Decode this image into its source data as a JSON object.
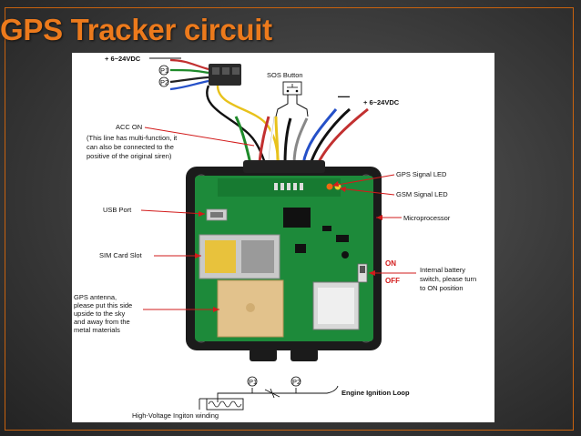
{
  "slide": {
    "title": "GPS Tracker circuit",
    "accent_color": "#ec7a1c"
  },
  "diagram": {
    "top_connector": {
      "power_label": "+ 6~24VDC",
      "p1": "P1",
      "p2": "P2"
    },
    "sos_label": "SOS Button",
    "power_right": {
      "minus": "—",
      "plus_label": "+ 6~24VDC"
    },
    "acc_on": {
      "title": "ACC ON",
      "desc_lines": [
        "(This line has multi-function, it",
        "can also be connected to the",
        "positive of the original siren)"
      ]
    },
    "usb_port": "USB Port",
    "sim_slot": "SIM Card Slot",
    "gps_antenna_lines": [
      "GPS antenna,",
      "please put this side",
      "upside to the sky",
      "and away from the",
      "metal materials"
    ],
    "gps_led": "GPS Signal LED",
    "gsm_led": "GSM Signal LED",
    "microprocessor": "Microprocessor",
    "on_label": "ON",
    "off_label": "OFF",
    "battery_switch_lines": [
      "Internal battery",
      "switch, please turn",
      "to ON position"
    ],
    "engine_loop": "Engine Ignition Loop",
    "hv_winding": "High-Voltage Ingiton winding",
    "bottom_p1": "P1",
    "bottom_p2": "P2"
  }
}
